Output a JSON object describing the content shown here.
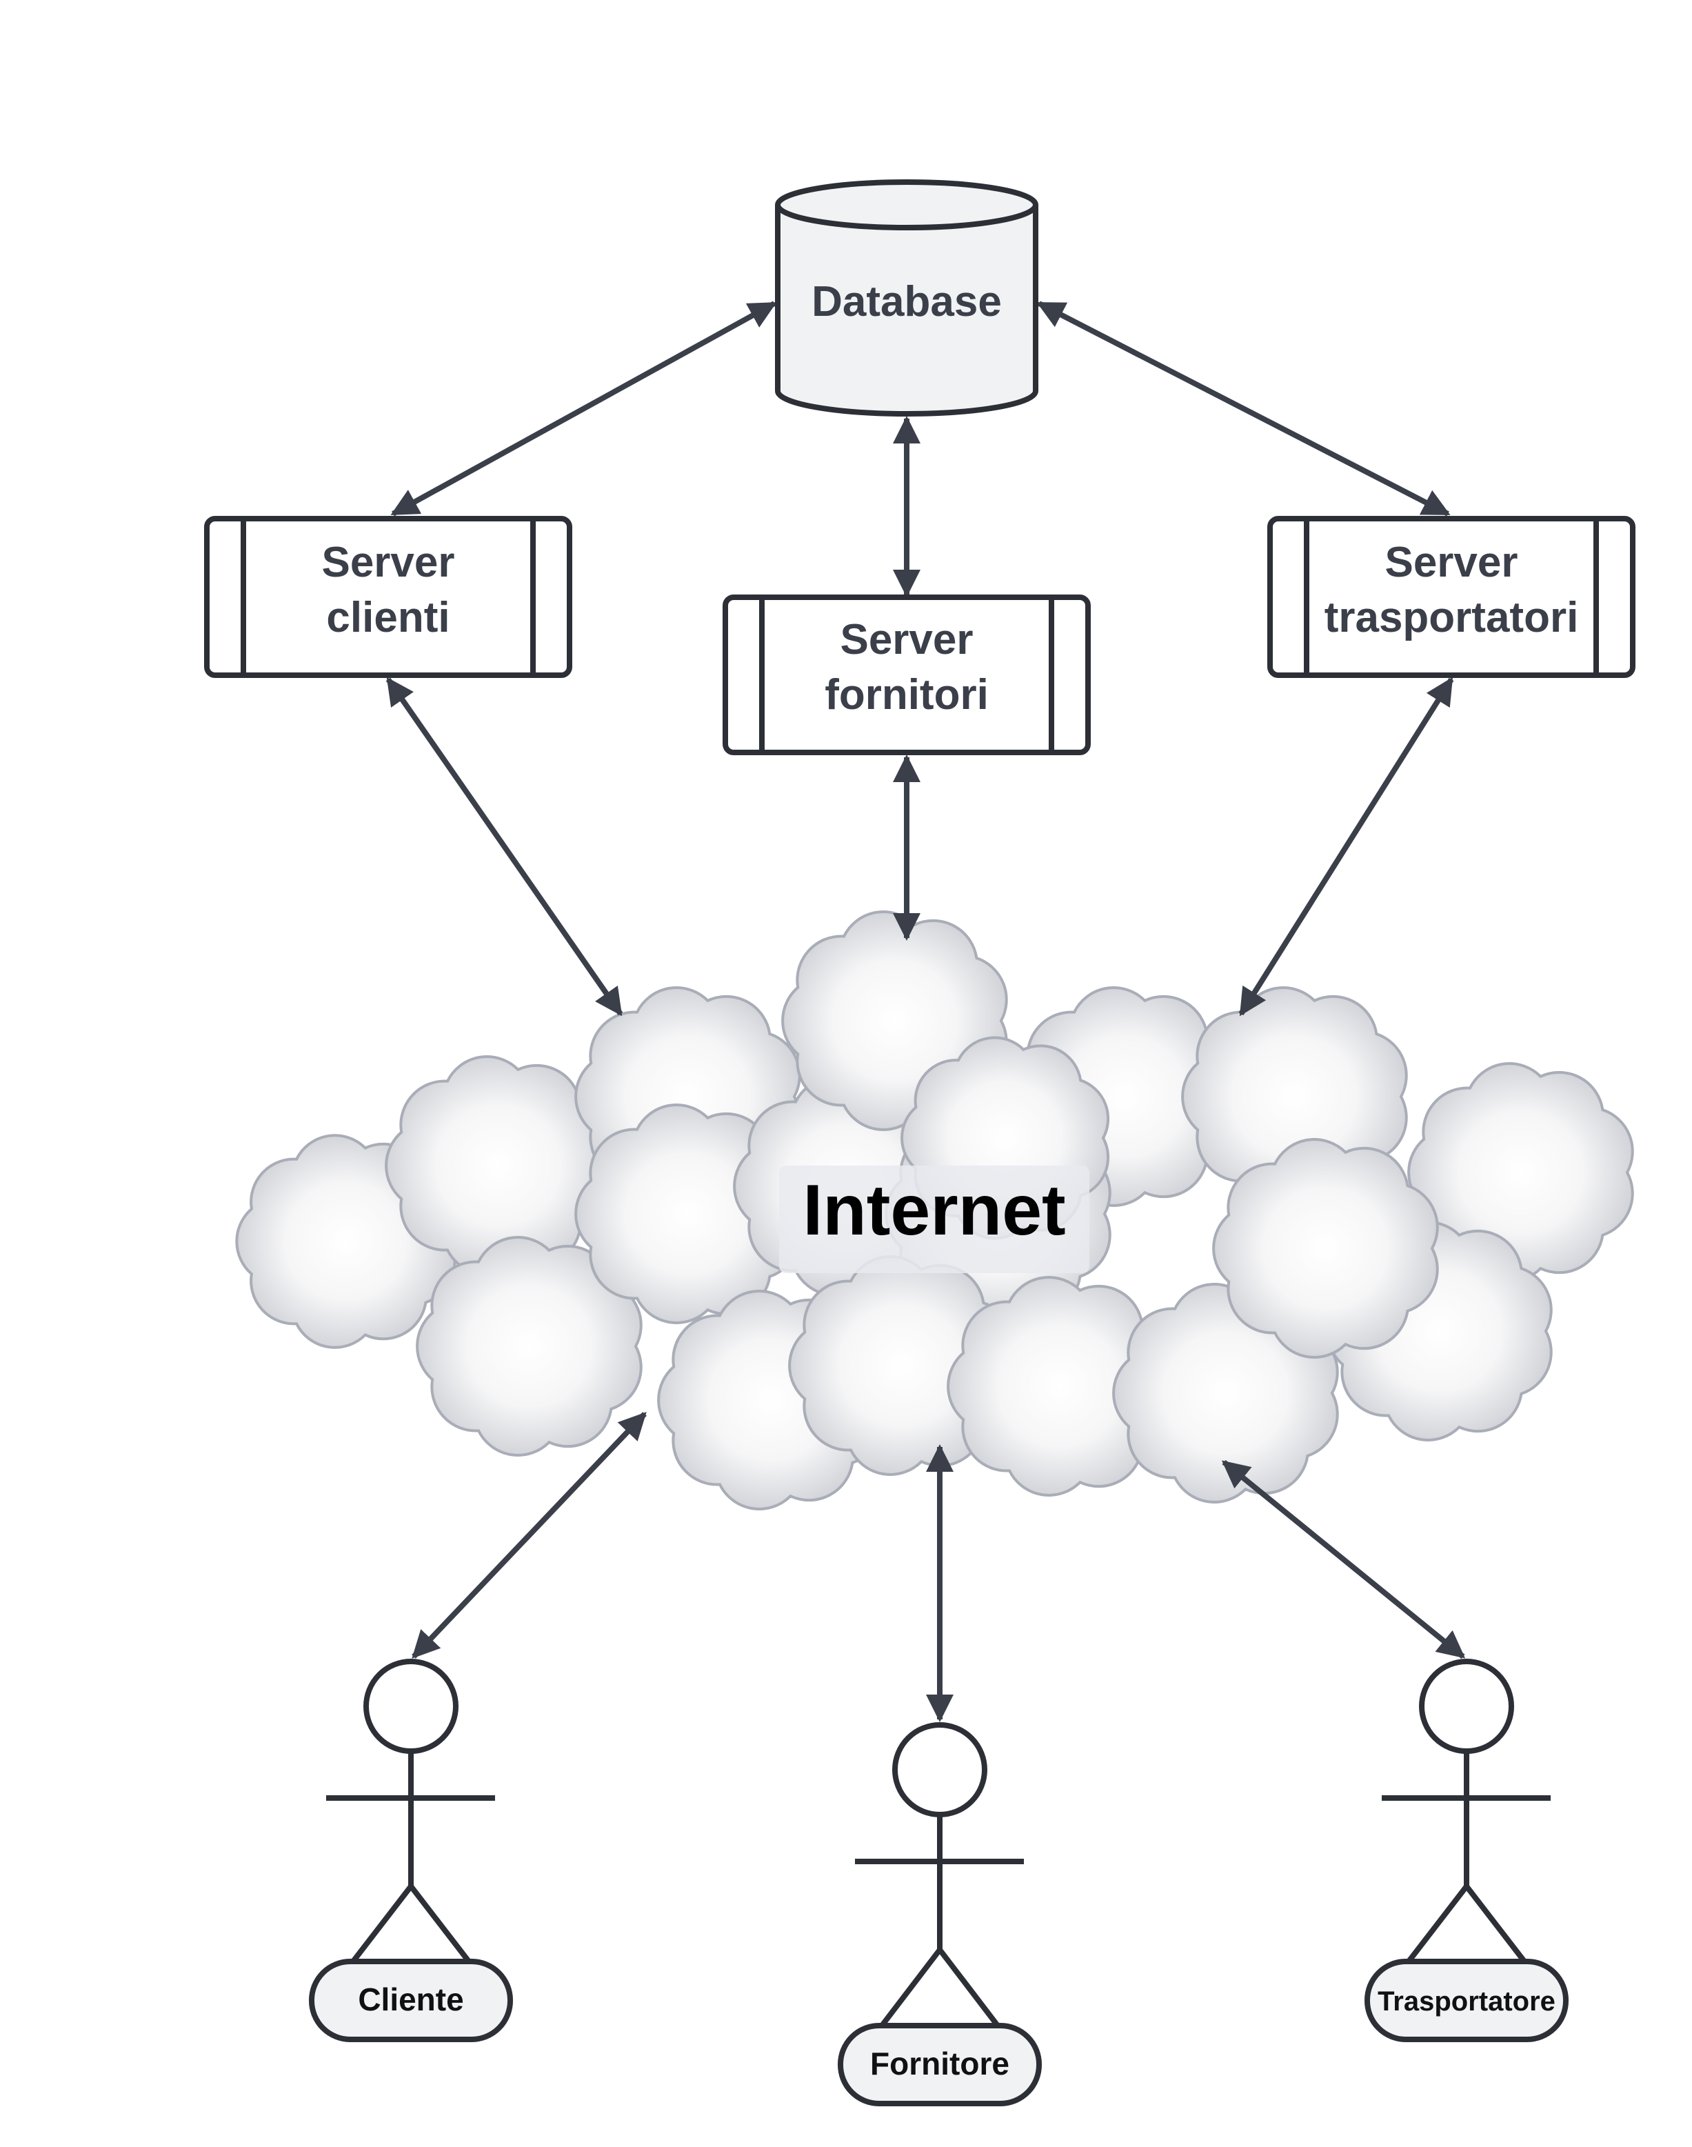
{
  "nodes": {
    "database": {
      "label": "Database"
    },
    "server_clienti": {
      "line1": "Server",
      "line2": "clienti"
    },
    "server_fornitori": {
      "line1": "Server",
      "line2": "fornitori"
    },
    "server_trasportatori": {
      "line1": "Server",
      "line2": "trasportatori"
    },
    "internet": {
      "label": "Internet"
    }
  },
  "actors": {
    "cliente": {
      "label": "Cliente"
    },
    "fornitore": {
      "label": "Fornitore"
    },
    "trasportatore": {
      "label": "Trasportatore"
    }
  },
  "edges": [
    {
      "from": "database",
      "to": "server_clienti",
      "direction": "both"
    },
    {
      "from": "database",
      "to": "server_fornitori",
      "direction": "both"
    },
    {
      "from": "database",
      "to": "server_trasportatori",
      "direction": "both"
    },
    {
      "from": "server_clienti",
      "to": "internet",
      "direction": "both"
    },
    {
      "from": "server_fornitori",
      "to": "internet",
      "direction": "both"
    },
    {
      "from": "server_trasportatori",
      "to": "internet",
      "direction": "both"
    },
    {
      "from": "internet",
      "to": "cliente",
      "direction": "both"
    },
    {
      "from": "internet",
      "to": "fornitore",
      "direction": "both"
    },
    {
      "from": "internet",
      "to": "trasportatore",
      "direction": "both"
    }
  ],
  "colors": {
    "stroke": "#2c2f36",
    "edge": "#3a3f4a",
    "fill": "#f1f2f4",
    "cloud_stroke": "#a9adb7"
  }
}
